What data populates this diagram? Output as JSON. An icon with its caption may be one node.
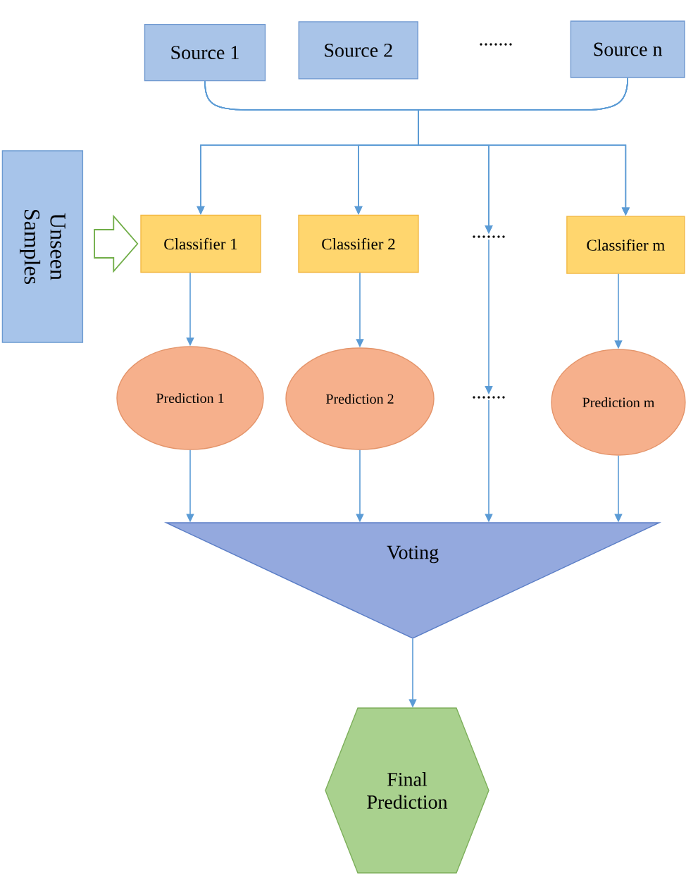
{
  "diagram": {
    "nodes": [
      {
        "text": [
          "Source 1"
        ]
      },
      {
        "text": [
          "Source 2"
        ]
      },
      {
        "text": [
          "Source n"
        ]
      },
      {
        "text": [
          "Unseen Samples"
        ]
      },
      {
        "text": [
          "Classifier 1"
        ]
      },
      {
        "text": [
          "Classifier 2"
        ]
      },
      {
        "text": [
          "......."
        ]
      },
      {
        "text": [
          "Classifier m"
        ]
      },
      {
        "text": [
          "Prediction 1"
        ]
      },
      {
        "text": [
          "Prediction 2"
        ]
      },
      {
        "text": [
          "......."
        ]
      },
      {
        "text": [
          "Prediction m"
        ]
      },
      {
        "text": [
          "Voting"
        ]
      },
      {
        "text": [
          "Final Prediction"
        ]
      }
    ],
    "edges": [
      {
        "from": 0,
        "to": 4,
        "arrow": "to"
      },
      {
        "from": 0,
        "to": 5,
        "arrow": "to"
      },
      {
        "from": 0,
        "to": 6,
        "arrow": "to"
      },
      {
        "from": 0,
        "to": 7,
        "arrow": "to"
      },
      {
        "from": 2,
        "to": 4,
        "arrow": "to"
      },
      {
        "from": 2,
        "to": 5,
        "arrow": "to"
      },
      {
        "from": 2,
        "to": 6,
        "arrow": "to"
      },
      {
        "from": 2,
        "to": 7,
        "arrow": "to"
      },
      {
        "from": 3,
        "to": 4,
        "arrow": "to",
        "color": "#70ad47"
      },
      {
        "from": 4,
        "to": 8,
        "arrow": "to"
      },
      {
        "from": 5,
        "to": 9,
        "arrow": "to"
      },
      {
        "from": 6,
        "to": 10,
        "arrow": "to"
      },
      {
        "from": 7,
        "to": 11,
        "arrow": "to"
      },
      {
        "from": 8,
        "to": 12,
        "arrow": "to"
      },
      {
        "from": 9,
        "to": 12,
        "arrow": "to"
      },
      {
        "from": 10,
        "to": 12,
        "arrow": "to"
      },
      {
        "from": 11,
        "to": 12,
        "arrow": "to"
      },
      {
        "from": 12,
        "to": 13,
        "arrow": "to"
      }
    ],
    "labels": [
      "......."
    ]
  }
}
